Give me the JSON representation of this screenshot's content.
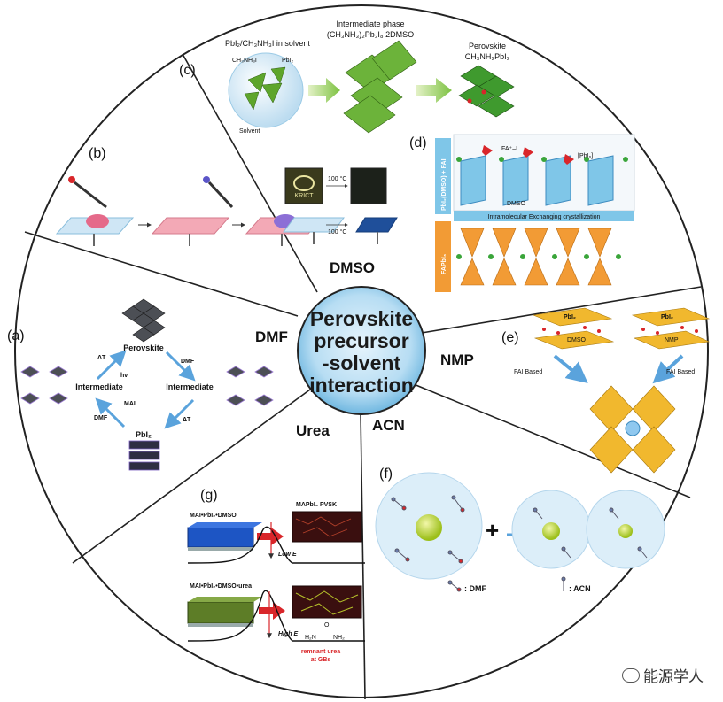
{
  "center": {
    "line1": "Perovskite",
    "line2": "precursor",
    "line3": "-solvent",
    "line4": "interaction"
  },
  "solvents": {
    "dmso": "DMSO",
    "dmf": "DMF",
    "nmp": "NMP",
    "acn": "ACN",
    "urea": "Urea"
  },
  "panels": {
    "a": {
      "label": "(a)",
      "perovskite": "Perovskite",
      "intermediate_left": "Intermediate",
      "intermediate_right": "Intermediate",
      "pbi2": "PbI₂",
      "dT_top": "ΔT",
      "dT_bottom": "ΔT",
      "dmf_top": "DMF",
      "dmf_left": "DMF",
      "hv": "hv",
      "mai": "MAI"
    },
    "b": {
      "label": "(b)",
      "temp1": "100 °C",
      "temp2": "100 °C",
      "krict": "KRICT"
    },
    "c": {
      "label": "(c)",
      "col1_line1": "PbI₂/CH₃NH₃I in solvent",
      "col2_line1": "Intermediate phase",
      "col2_line2": "(CH₃NH₃)₂Pb₃I₈ 2DMSO",
      "col3_line1": "Perovskite",
      "col3_line2": "CH₃NH₃PbI₃",
      "ch3nh3i": "CH₃NH₃I",
      "pbi2": "PbI₂",
      "solvent": "Solvent"
    },
    "d": {
      "label": "(d)",
      "side_top": "PbI₂(DMSO) + FAI",
      "side_bottom": "FAPbI₃",
      "bar_text": "Intramolecular Exchanging crystallization",
      "fa": "FA⁺–I",
      "pbi6": "[PbI₆]",
      "dmso": "DMSO"
    },
    "e": {
      "label": "(e)",
      "pbi2_left": "PbI₂",
      "pbi2_right": "PbI₂",
      "dmso": "DMSO",
      "nmp": "NMP",
      "fai_left": "FAI Based",
      "fai_right": "FAI Based"
    },
    "f": {
      "label": "(f)",
      "plus": "+",
      "dmf_legend": ": DMF",
      "acn_legend": ": ACN"
    },
    "g": {
      "label": "(g)",
      "top_left": "MAI•PbI₂•DMSO",
      "top_right": "MAPbI₃ PVSK",
      "low_ea": "Low E",
      "bottom_left": "MAI•PbI₂•DMSO•urea",
      "high_ea": "High E",
      "remnant1": "remnant urea",
      "remnant2": "at GBs",
      "urea_o": "O",
      "urea_h2n": "H₂N",
      "urea_nh2": "NH₂"
    }
  },
  "watermark": "能源学人",
  "colors": {
    "center_fill": "#bfe0f5",
    "circle_ring": "#222",
    "arrow_green": "#7dc242",
    "arrow_blue": "#5aa3dc",
    "arrow_red": "#d9262a",
    "dmso_bar": "#7fc6e8",
    "fapbi_bar": "#f29b35"
  }
}
